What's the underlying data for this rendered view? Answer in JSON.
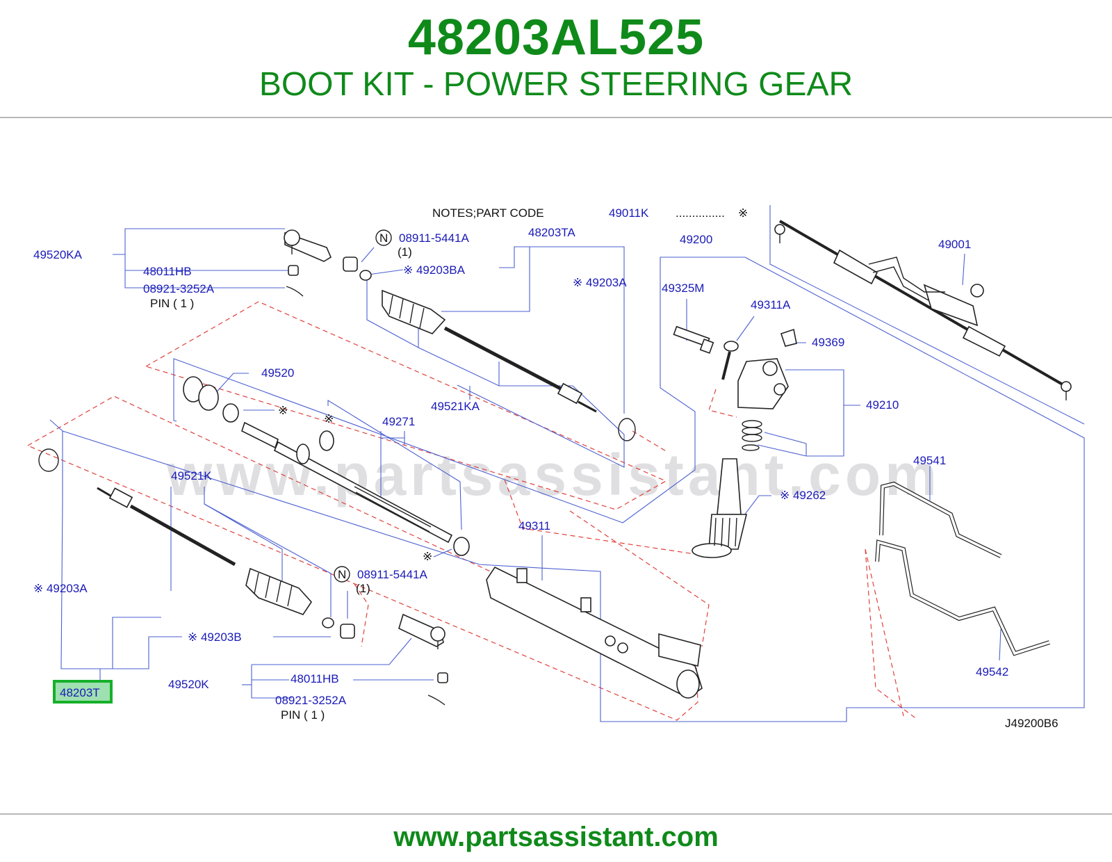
{
  "header": {
    "part_number": "48203AL525",
    "part_name": "BOOT KIT - POWER STEERING GEAR"
  },
  "footer": {
    "url": "www.partsassistant.com"
  },
  "diagram": {
    "watermark": "www.partsassistant.com",
    "notes": {
      "label": "NOTES;PART   CODE",
      "code": "49011K",
      "dots": "...............",
      "mark": "※"
    },
    "figure_code": "J49200B6",
    "highlighted_part": "48203T",
    "labels": {
      "l49520KA": "49520KA",
      "l48011HB_top": "48011HB",
      "l08921_top": "08921-3252A",
      "pin_top": "PIN  ( 1 )",
      "n_top": "N",
      "l08911_top": "08911-5441A",
      "one_top": "(1)",
      "l48203TA": "48203TA",
      "l49203BA": "※ 49203BA",
      "l49203A_top": "※ 49203A",
      "l49200": "49200",
      "l49001": "49001",
      "l49325M": "49325M",
      "l49311A": "49311A",
      "l49369": "49369",
      "l49210": "49210",
      "l49520": "49520",
      "mark_a": "※",
      "mark_b": "※",
      "l49271": "49271",
      "l49521KA": "49521KA",
      "l49262": "※ 49262",
      "l49541": "49541",
      "l49521K": "49521K",
      "l49311": "49311",
      "mark_c": "※",
      "n_bot": "N",
      "l08911_bot": "08911-5441A",
      "one_bot": "(1)",
      "l49203A_bot": "※ 49203A",
      "l49203B": "※ 49203B",
      "l49520K": "49520K",
      "l48011HB_bot": "48011HB",
      "l08921_bot": "08921-3252A",
      "pin_bot": "PIN  ( 1 )",
      "l49542": "49542"
    }
  },
  "colors": {
    "brand_green": "#0f8a1a",
    "label_blue": "#1a1ab8",
    "leader_blue": "#4a5fd0",
    "dashed_red": "#e0403a",
    "highlight_fill": "#9fe0b0"
  }
}
